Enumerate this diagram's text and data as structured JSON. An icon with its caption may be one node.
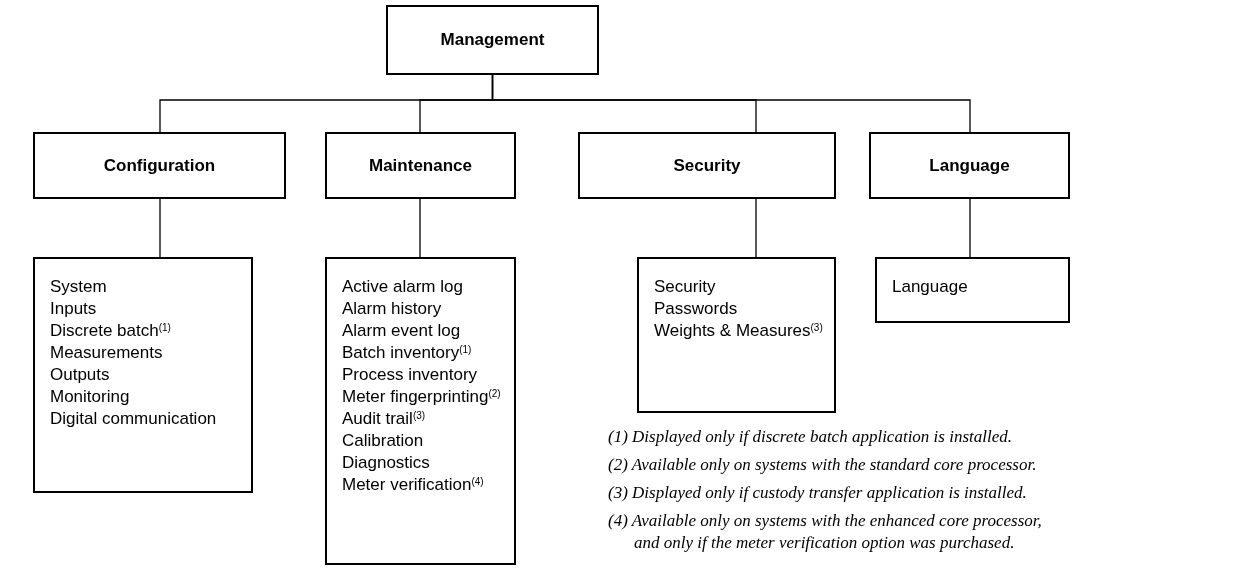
{
  "diagram": {
    "nodes": [
      {
        "text": [
          "Management"
        ]
      },
      {
        "text": [
          "Configuration"
        ]
      },
      {
        "text": [
          "Maintenance"
        ]
      },
      {
        "text": [
          "Security"
        ]
      },
      {
        "text": [
          "Language"
        ]
      },
      {
        "text": [
          "System",
          "Inputs",
          "Discrete batch$^{(1)}$",
          "Measurements",
          "Outputs",
          "Monitoring",
          "Digital communication"
        ]
      },
      {
        "text": [
          "Active alarm log",
          "Alarm history",
          "Alarm event log",
          "Batch inventory$^{(1)}$",
          "Process inventory",
          "Meter fingerprinting$^{(2)}$",
          "Audit trail$^{(3)}$",
          "Calibration",
          "Diagnostics",
          "Meter verification$^{(4)}$"
        ]
      },
      {
        "text": [
          "Security",
          "Passwords",
          "Weights & Measures$^{(3)}$"
        ]
      },
      {
        "text": [
          "Language"
        ]
      }
    ],
    "edges": [
      {
        "from": 0,
        "to": 1,
        "arrow": "none"
      },
      {
        "from": 0,
        "to": 2,
        "arrow": "none"
      },
      {
        "from": 0,
        "to": 3,
        "arrow": "none"
      },
      {
        "from": 0,
        "to": 4,
        "arrow": "none"
      },
      {
        "from": 1,
        "to": 5,
        "arrow": "none"
      },
      {
        "from": 2,
        "to": 6,
        "arrow": "none"
      },
      {
        "from": 3,
        "to": 7,
        "arrow": "none"
      },
      {
        "from": 4,
        "to": 8,
        "arrow": "none"
      }
    ],
    "labels": [
      "(1) Displayed only if discrete batch application is installed.",
      "(2) Available only on systems with the standard core processor.",
      "(3) Displayed only if custody transfer application is installed.",
      "(4) Available only on systems with the enhanced core processor, and only if the meter verification option was purchased."
    ]
  }
}
